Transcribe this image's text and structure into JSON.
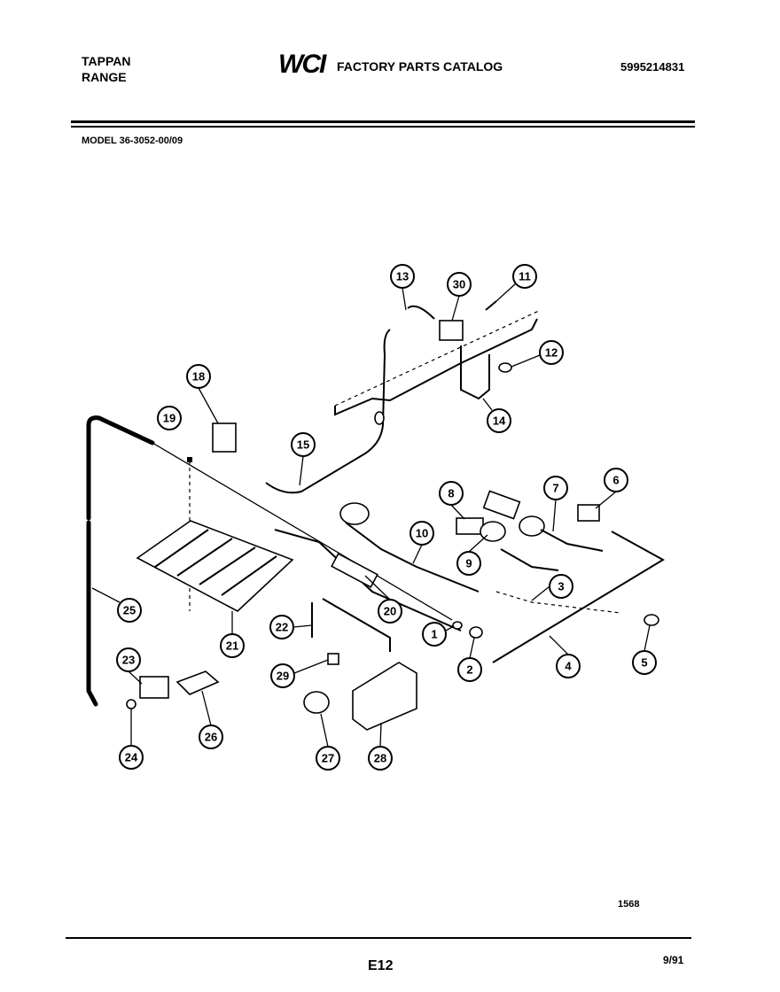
{
  "header": {
    "brand_line1": "TAPPAN",
    "brand_line2": "RANGE",
    "logo_text": "WCI",
    "catalog_title": "FACTORY PARTS CATALOG",
    "catalog_number": "5995214831",
    "model": "MODEL 36-3052-00/09"
  },
  "footer": {
    "drawing_number": "1568",
    "page": "E12",
    "date": "9/91"
  },
  "callouts": [
    "1",
    "2",
    "3",
    "4",
    "5",
    "6",
    "7",
    "8",
    "9",
    "10",
    "11",
    "12",
    "13",
    "14",
    "15",
    "18",
    "19",
    "20",
    "21",
    "22",
    "23",
    "24",
    "25",
    "26",
    "27",
    "28",
    "29",
    "30"
  ]
}
